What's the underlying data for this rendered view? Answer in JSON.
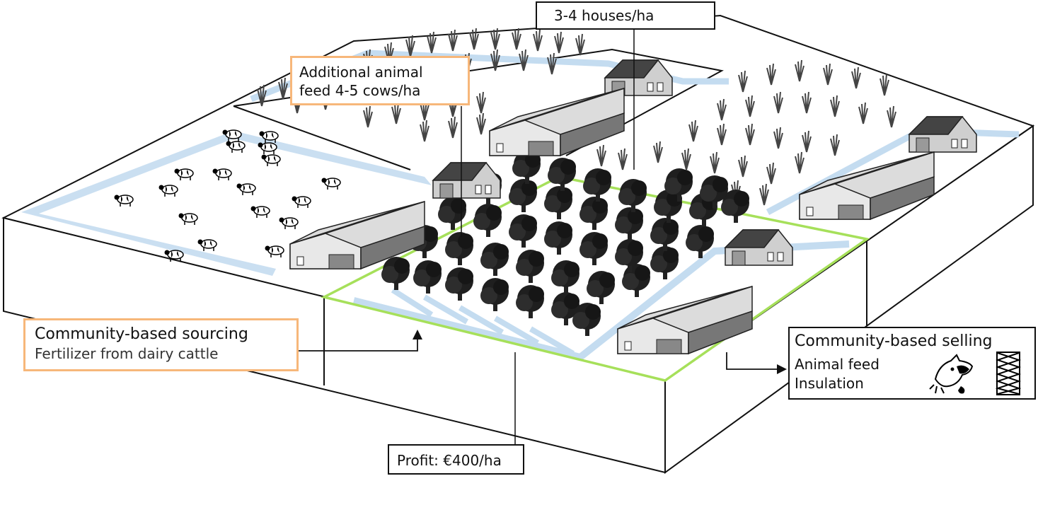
{
  "labels": {
    "houses": "3-4 houses/ha",
    "animal_feed_line1": "Additional animal",
    "animal_feed_line2": "feed 4-5 cows/ha",
    "sourcing_title": "Community-based sourcing",
    "sourcing_sub": "Fertilizer from dairy cattle",
    "selling_title": "Community-based selling",
    "selling_item1": "Animal feed",
    "selling_item2": "Insulation",
    "profit": "Profit: €400/ha"
  },
  "icons": [
    "cow-icon",
    "insulation-icon",
    "house-icon",
    "barn-icon",
    "tree-icon",
    "crop-icon"
  ],
  "colors": {
    "highlight_border": "#f7b77a",
    "plot_outline": "#a6e05a",
    "ditch": "#c4dcf0",
    "tree": "#1e1e1e",
    "crop": "#555555"
  }
}
